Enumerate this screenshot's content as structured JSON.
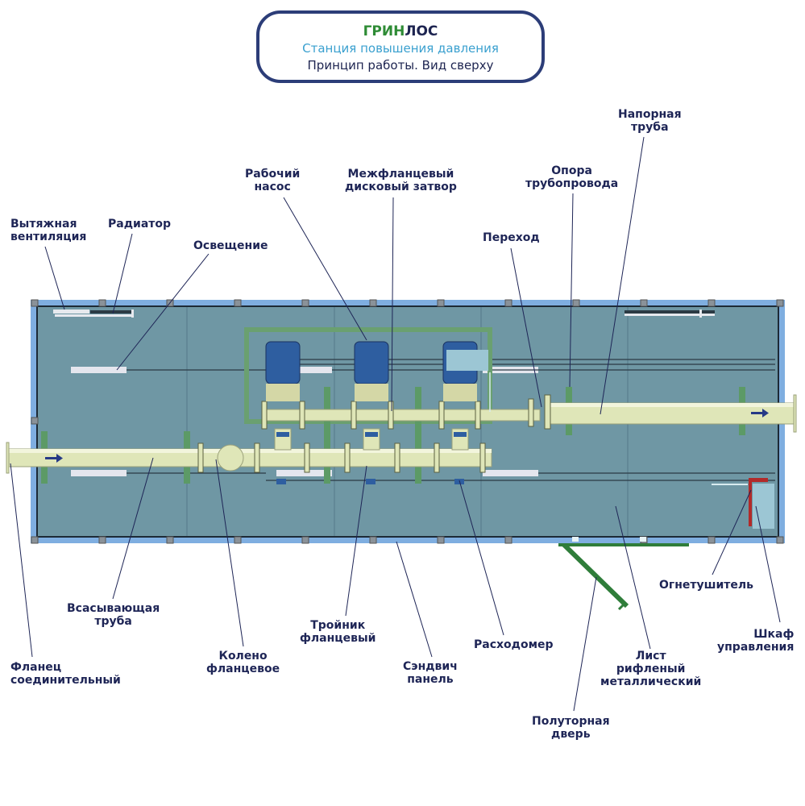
{
  "title": {
    "brand_green": "ГРИН",
    "brand_dark": "ЛОС",
    "subtitle": "Станция повышения давления",
    "caption": "Принцип работы. Вид сверху"
  },
  "colors": {
    "frame": "#2c3d78",
    "brand_green": "#2e8b35",
    "subtitle_blue": "#3aa0cf",
    "label_text": "#1e2556",
    "floor": "#6f97a4",
    "wall_panel": "#7faee0",
    "pipe": "#dfe6b8",
    "support": "#5c9a66",
    "pump_motor": "#2e5ea0",
    "door": "#2f7d3a",
    "cabinet": "#9cc6d4",
    "extinguisher": "#b22a2a"
  },
  "labels": {
    "exhaust_vent": "Вытяжная\nвентиляция",
    "radiator": "Радиатор",
    "lighting": "Освещение",
    "working_pump": "Рабочий\nнасос",
    "butterfly_valve": "Межфланцевый\nдисковый затвор",
    "pipe_support": "Опора\nтрубопровода",
    "discharge_pipe": "Напорная\nтруба",
    "reducer": "Переход",
    "suction_pipe": "Всасывающая\nтруба",
    "connecting_flange": "Фланец\nсоединительный",
    "flanged_elbow": "Колено\nфланцевое",
    "flanged_tee": "Тройник\nфланцевый",
    "sandwich_panel": "Сэндвич\nпанель",
    "flowmeter": "Расходомер",
    "one_and_half_door": "Полуторная\nдверь",
    "checker_plate": "Лист\nрифленый\nметаллический",
    "fire_extinguisher": "Огнетушитель",
    "control_cabinet": "Шкаф\nуправления"
  },
  "icons": {
    "flow_arrow": "arrow-right"
  },
  "pumps": [
    {
      "name": "pump-1"
    },
    {
      "name": "pump-2"
    },
    {
      "name": "pump-3"
    }
  ]
}
